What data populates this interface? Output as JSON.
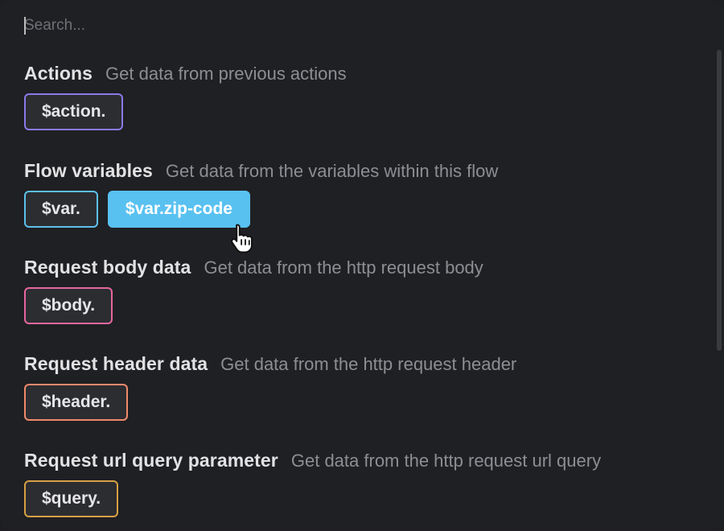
{
  "search": {
    "placeholder": "Search...",
    "value": ""
  },
  "sections": [
    {
      "title": "Actions",
      "description": "Get data from previous actions",
      "chips": [
        {
          "label": "$action.",
          "color": "#8a79e8"
        }
      ]
    },
    {
      "title": "Flow variables",
      "description": "Get data from the variables within this flow",
      "chips": [
        {
          "label": "$var.",
          "color": "#5cc1ea"
        },
        {
          "label": "$var.zip-code",
          "color": "#59c1f0",
          "selected": true
        }
      ]
    },
    {
      "title": "Request body data",
      "description": "Get data from the http request body",
      "chips": [
        {
          "label": "$body.",
          "color": "#e5679f"
        }
      ]
    },
    {
      "title": "Request header data",
      "description": "Get data from the http request header",
      "chips": [
        {
          "label": "$header.",
          "color": "#ef8a6c"
        }
      ]
    },
    {
      "title": "Request url query parameter",
      "description": "Get data from the http request url query",
      "chips": [
        {
          "label": "$query.",
          "color": "#d79f45"
        }
      ]
    }
  ],
  "cursor": {
    "icon": "hand-pointer-icon"
  }
}
